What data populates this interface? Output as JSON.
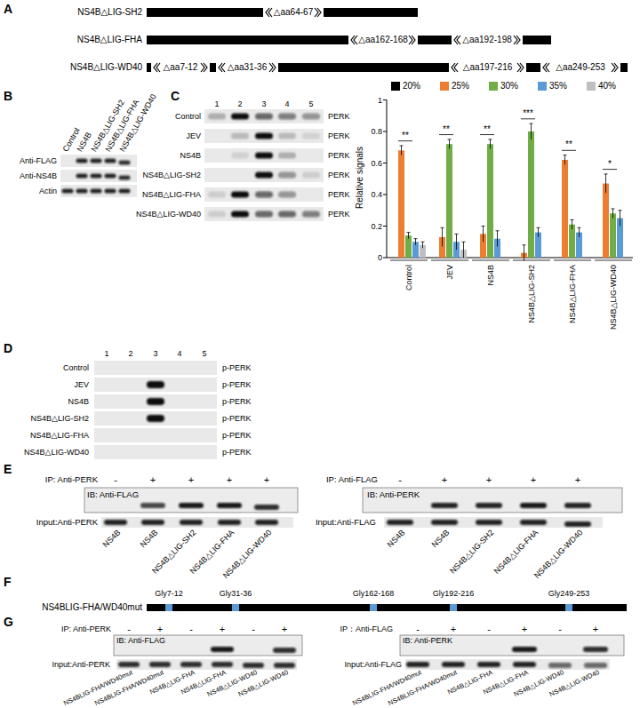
{
  "diagram": {
    "labels": [
      "A",
      "NS4B△LIG-SH2",
      "△aa64-67",
      "NS4B△LIG-FHA",
      "△aa162-168",
      "△aa192-198",
      "NS4B△LIG-WD40",
      "△aa7-12",
      "△aa31-36",
      "△aa197-216",
      "△aa249-253",
      "B",
      "Control",
      "NS4B",
      "NS4B△LIG-SH2",
      "NS4B△LIG-FHA",
      "NS4B△LIG-WD40",
      "Anti-FLAG",
      "Anti-NS4B",
      "Actin",
      "C",
      "1",
      "2",
      "3",
      "4",
      "5",
      "Control",
      "JEV",
      "NS4B",
      "NS4B△LIG-SH2",
      "NS4B△LIG-FHA",
      "NS4B△LIG-WD40",
      "PERK",
      "PERK",
      "PERK",
      "PERK",
      "PERK",
      "PERK",
      "0",
      "0.2",
      "0.4",
      "0.6",
      "0.8",
      "1",
      "Relative signals",
      "**",
      "**",
      "**",
      "***",
      "**",
      "*",
      "Control",
      "JEV",
      "NS4B",
      "NS4B△LIG-SH2",
      "NS4B△LIG-FHA",
      "NS4B△LIG-WD40",
      "D",
      "1",
      "2",
      "3",
      "4",
      "5",
      "Control",
      "JEV",
      "NS4B",
      "NS4B△LIG-SH2",
      "NS4B△LIG-FHA",
      "NS4B△LIG-WD40",
      "p-PERK",
      "p-PERK",
      "p-PERK",
      "p-PERK",
      "p-PERK",
      "p-PERK",
      "E",
      "IP: Anti-PERK",
      "-",
      "+",
      "+",
      "+",
      "+",
      "IB: Anti-FLAG",
      "Input:Anti-PERK",
      "NS4B",
      "NS4B",
      "NS4B△LIG-SH2",
      "NS4B△LIG-FHA",
      "NS4B△LIG-WD40",
      "IP: Anti-FLAG",
      "-",
      "+",
      "+",
      "+",
      "+",
      "IB: Anti-PERK",
      "Input:Anti-FLAG",
      "NS4B",
      "NS4B",
      "NS4B△LIG-SH2",
      "NS4B△LIG-FHA",
      "NS4B△LIG-WD40",
      "F",
      "NS4BLIG-FHA/WD40mut",
      "Gly7-12",
      "Gly31-36",
      "Gly162-168",
      "Gly192-216",
      "Gly249-253",
      "G",
      "IP: Anti-PERK",
      "-",
      "+",
      "-",
      "+",
      "-",
      "+",
      "IB: Anti-FLAG",
      "Input:Anti-PERK",
      "NS4BLIG-FHA/WD40mut",
      "NS4BLIG-FHA/WD40mut",
      "NS4B△LIG-FHA",
      "NS4B△LIG-FHA",
      "NS4B△LIG-WD40",
      "NS4B△LIG-WD40",
      "IP：Anti-FLAG",
      "-",
      "+",
      "-",
      "+",
      "-",
      "+",
      "IB: Anti-PERK",
      "Input:Anti-FLAG",
      "NS4BLIG-FHA/WD40mut",
      "NS4BLIG-FHA/WD40mut",
      "NS4B△LIG-FHA",
      "NS4B△LIG-FHA",
      "NS4B△LIG-WD40",
      "NS4B△LIG-WD40"
    ],
    "legend": [
      {
        "text": "20%",
        "color": "#000000"
      },
      {
        "text": "25%",
        "color": "#ED7D31"
      },
      {
        "text": "30%",
        "color": "#70AD47"
      },
      {
        "text": "35%",
        "color": "#5B9BD5"
      },
      {
        "text": "40%",
        "color": "#BFBFBF"
      }
    ]
  }
}
